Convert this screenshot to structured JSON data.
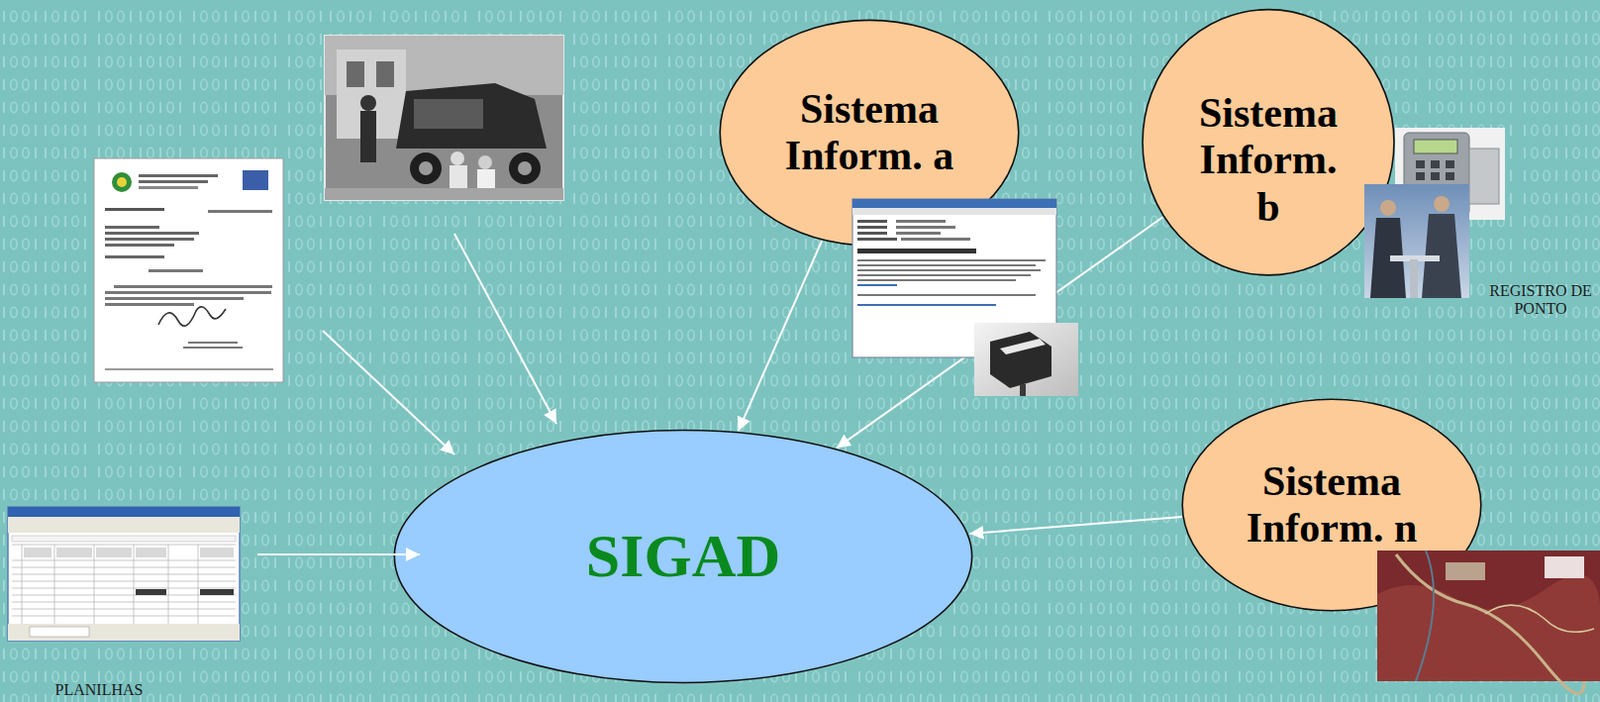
{
  "diagram": {
    "nodes": [
      {
        "text": [
          "Sistema Inform. a"
        ]
      },
      {
        "text": [
          "Sistema Inform. b"
        ]
      },
      {
        "text": [
          "Sistema Inform. n"
        ]
      },
      {
        "text": [
          "SIGAD"
        ]
      }
    ],
    "edges": [
      {
        "from": 0,
        "to": 3,
        "arrow": "to"
      },
      {
        "from": 1,
        "to": 3,
        "arrow": "to"
      },
      {
        "from": 2,
        "to": 3,
        "arrow": "to"
      }
    ],
    "labels": [
      "REGISTRO DE PONTO",
      "PLANILHAS"
    ]
  }
}
